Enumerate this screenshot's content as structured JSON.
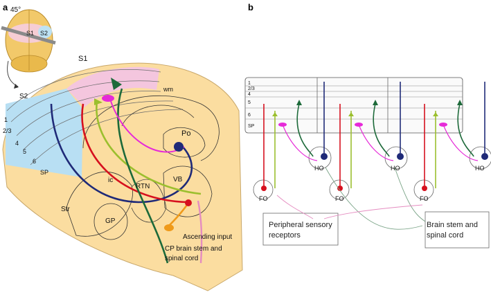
{
  "panel_a": {
    "label": "a",
    "angle_label": "45°",
    "brain_labels": {
      "s1": "S1",
      "s2": "S2"
    },
    "region_labels": {
      "s1": "S1",
      "s2": "S2",
      "wm": "wm",
      "po": "Po",
      "ic": "ic",
      "rtn": "RTN",
      "vb": "VB",
      "str": "Str",
      "gp": "GP",
      "ascending": "Ascending input",
      "cp_line1": "CP brain stem and",
      "cp_line2": "spinal cord"
    },
    "layer_labels": [
      "1",
      "2/3",
      "4",
      "5",
      "6",
      "SP"
    ]
  },
  "panel_b": {
    "label": "b",
    "layer_labels": [
      "1",
      "2/3",
      "4",
      "5",
      "6",
      "SP"
    ],
    "ho_labels": [
      "HO",
      "HO",
      "HO"
    ],
    "fo_labels": [
      "FO",
      "FO",
      "FO"
    ],
    "box_peripheral": [
      "Peripheral sensory",
      "receptors"
    ],
    "box_brainstem": [
      "Brain stem and",
      "spinal cord"
    ]
  },
  "colors": {
    "brain": "#fbdda0",
    "brain_edge": "#c8a76a",
    "s1_region": "#f4c6de",
    "s2_region": "#b8dff3",
    "navy": "#1f2a78",
    "red": "#d6101e",
    "lime": "#9bbf2e",
    "dark_green": "#1d6a3a",
    "magenta": "#e62ad8",
    "orange": "#ef9a1a",
    "pink": "#e58cc0",
    "grey_green": "#79a386"
  }
}
